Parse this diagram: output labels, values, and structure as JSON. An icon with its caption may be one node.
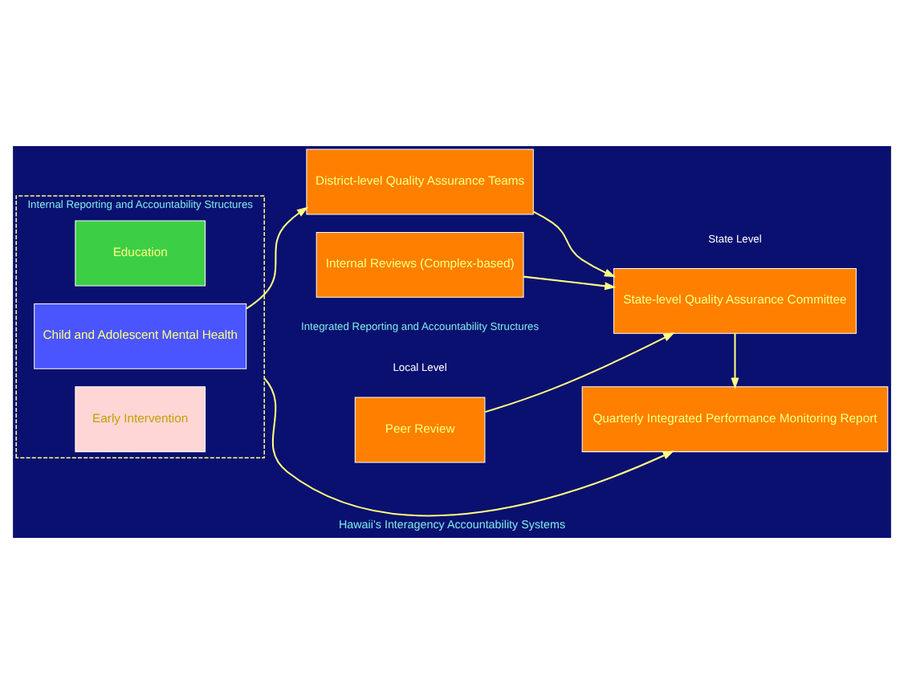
{
  "diagram": {
    "caption": "Hawaii’s Interagency Accountability Systems",
    "nodes": [
      {
        "text": [
          "Internal Reporting and Accountability Structures"
        ]
      },
      {
        "text": [
          "Education"
        ],
        "in": 0
      },
      {
        "text": [
          "Child and Adolescent Mental Health"
        ],
        "in": 0
      },
      {
        "text": [
          "Early Intervention"
        ],
        "in": 0
      },
      {
        "text": [
          "Peer Review"
        ]
      },
      {
        "text": [
          "District-level Quality Assurance Teams"
        ]
      },
      {
        "text": [
          "Internal Reviews (Complex-based)"
        ]
      },
      {
        "text": [
          "State-level Quality Assurance Committee"
        ]
      },
      {
        "text": [
          "Quarterly Integrated Performance Monitoring Report"
        ]
      }
    ],
    "edges": [
      {
        "from": 2,
        "to": 5,
        "arrow": "to"
      },
      {
        "from": 4,
        "to": 7,
        "arrow": "to"
      },
      {
        "from": 5,
        "to": 7,
        "arrow": "to"
      },
      {
        "from": 6,
        "to": 7,
        "arrow": "to"
      },
      {
        "from": 7,
        "to": 8,
        "arrow": "to"
      },
      {
        "from": 0,
        "to": 8,
        "arrow": "to"
      }
    ],
    "labels": [
      "Integrated Reporting and Accountability Structures",
      "Local Level",
      "State Level"
    ]
  }
}
